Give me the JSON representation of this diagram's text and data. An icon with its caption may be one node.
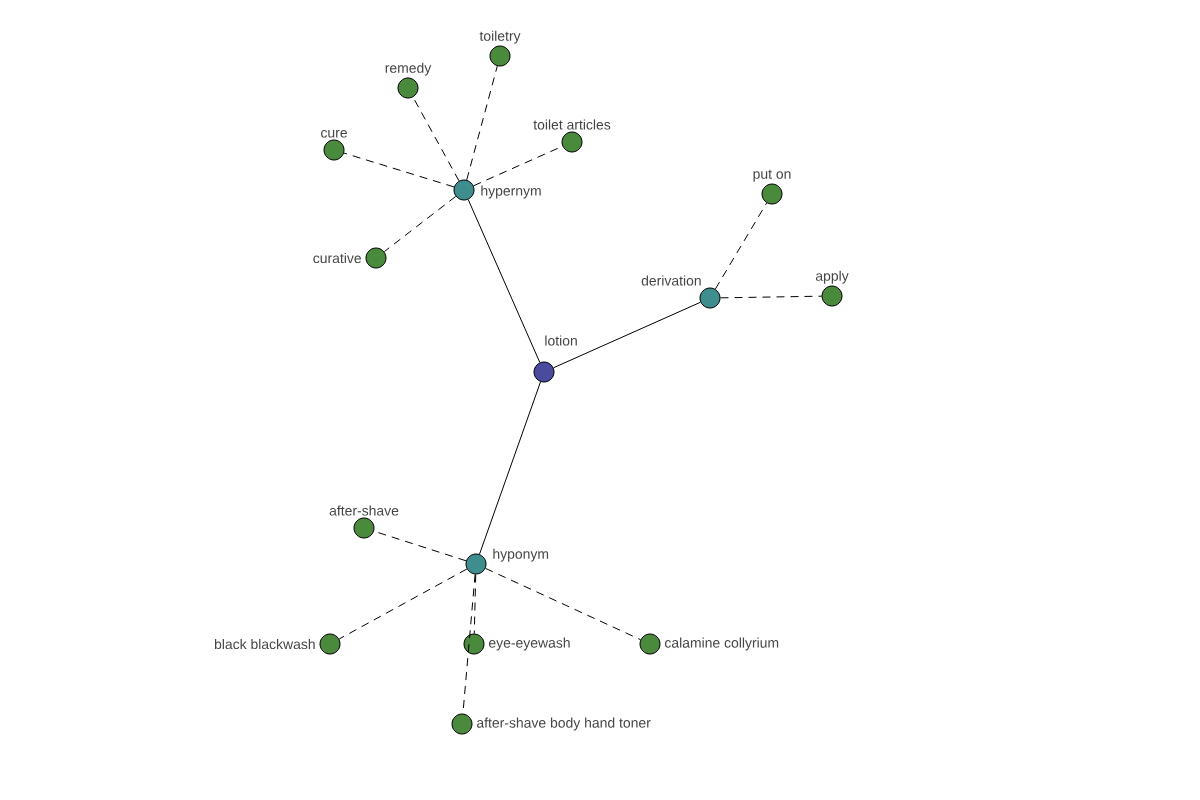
{
  "diagram": {
    "nodes": [
      {
        "text": [
          "lotion"
        ]
      },
      {
        "text": [
          "hypernym"
        ]
      },
      {
        "text": [
          "derivation"
        ]
      },
      {
        "text": [
          "hyponym"
        ]
      },
      {
        "text": [
          "toiletry"
        ]
      },
      {
        "text": [
          "remedy"
        ]
      },
      {
        "text": [
          "toilet articles"
        ]
      },
      {
        "text": [
          "cure"
        ]
      },
      {
        "text": [
          "curative"
        ]
      },
      {
        "text": [
          "put on"
        ]
      },
      {
        "text": [
          "apply"
        ]
      },
      {
        "text": [
          "after-shave"
        ]
      },
      {
        "text": [
          "black blackwash"
        ]
      },
      {
        "text": [
          "eye-eyewash"
        ]
      },
      {
        "text": [
          "calamine collyrium"
        ]
      },
      {
        "text": [
          "after-shave body hand toner"
        ]
      }
    ],
    "edges": [
      {
        "from": 0,
        "to": 1,
        "arrow": "none"
      },
      {
        "from": 0,
        "to": 2,
        "arrow": "none"
      },
      {
        "from": 0,
        "to": 3,
        "arrow": "none"
      },
      {
        "from": 1,
        "to": 4,
        "arrow": "none",
        "style": "dashed"
      },
      {
        "from": 1,
        "to": 5,
        "arrow": "none",
        "style": "dashed"
      },
      {
        "from": 1,
        "to": 6,
        "arrow": "none",
        "style": "dashed"
      },
      {
        "from": 1,
        "to": 7,
        "arrow": "none",
        "style": "dashed"
      },
      {
        "from": 1,
        "to": 8,
        "arrow": "none",
        "style": "dashed"
      },
      {
        "from": 2,
        "to": 9,
        "arrow": "none",
        "style": "dashed"
      },
      {
        "from": 2,
        "to": 10,
        "arrow": "none",
        "style": "dashed"
      },
      {
        "from": 3,
        "to": 11,
        "arrow": "none",
        "style": "dashed"
      },
      {
        "from": 3,
        "to": 12,
        "arrow": "none",
        "style": "dashed"
      },
      {
        "from": 3,
        "to": 13,
        "arrow": "none",
        "style": "dashed"
      },
      {
        "from": 3,
        "to": 14,
        "arrow": "none",
        "style": "dashed"
      },
      {
        "from": 3,
        "to": 15,
        "arrow": "none",
        "style": "dashed"
      }
    ]
  }
}
